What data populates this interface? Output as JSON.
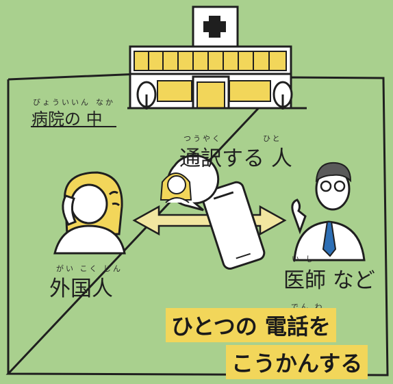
{
  "location": {
    "text": "病院の 中",
    "ruby_byouin": "びょういいん",
    "ruby_naka": "なか"
  },
  "interpreter": {
    "text": "通訳する 人",
    "ruby_tsuuyaku": "つうやく",
    "ruby_hito": "ひと"
  },
  "foreigner": {
    "text": "外国人",
    "ruby": "がい こく じん"
  },
  "doctor": {
    "text": "医師 など",
    "ruby": "い し"
  },
  "message": {
    "line1": "ひとつの 電話を",
    "ruby_denwa": "でん わ",
    "line2": "こうかんする"
  },
  "colors": {
    "background": "#a9d08e",
    "highlight": "#f2d65a",
    "building_yellow": "#f2d65a",
    "arrow_yellow": "#f2e6a0",
    "line": "#1f1f1f"
  },
  "icons": [
    "hospital-icon",
    "cross-icon",
    "phone-icon",
    "woman-on-phone-icon",
    "doctor-icon",
    "double-arrow-icon",
    "speech-bubble-icon"
  ]
}
